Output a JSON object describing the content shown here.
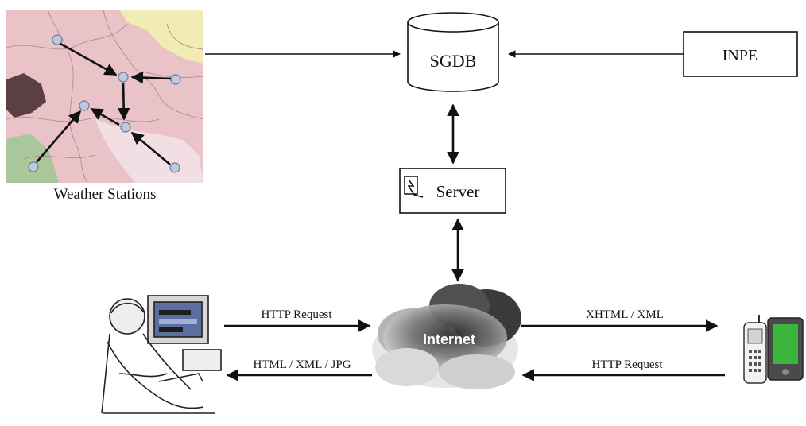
{
  "nodes": {
    "weather_stations": "Weather Stations",
    "database": "SGDB",
    "inpe": "INPE",
    "server": "Server",
    "internet": "Internet"
  },
  "edges": {
    "pc_request": "HTTP Request",
    "pc_response": "HTML / XML / JPG",
    "mobile_response": "XHTML / XML",
    "mobile_request": "HTTP Request"
  },
  "colors": {
    "map_pink": "#e9c3c8",
    "map_yellow": "#f1ecb4",
    "map_green": "#a9c79b",
    "map_dark": "#5b3f42",
    "line": "#111111",
    "station_marker": "#bcc9de",
    "pda_screen": "#3bb53b"
  },
  "icons": {
    "server": "lightning-icon",
    "pc_user": "person-at-computer-icon",
    "mobile": "cellphone-and-pda-icon",
    "cloud": "cloud-icon",
    "database": "cylinder-database-icon"
  }
}
